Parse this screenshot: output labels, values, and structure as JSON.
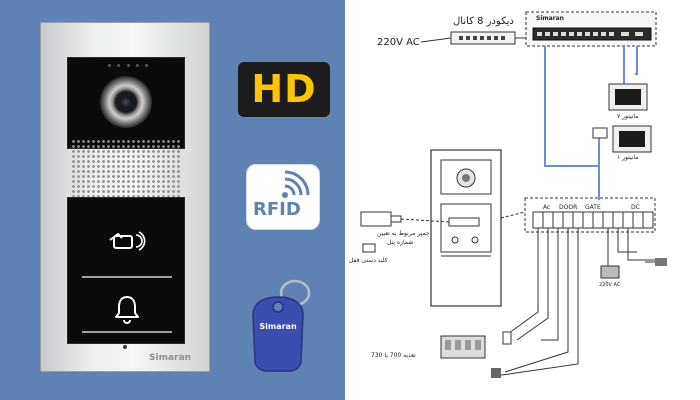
{
  "product": {
    "brand": "Simaran",
    "badge_hd": "HD",
    "badge_rfid": "RFID",
    "fob_brand": "Simaran",
    "button_icons": [
      "card-reader-icon",
      "bell-icon"
    ],
    "colors": {
      "background": "#5e82b3",
      "hd_text": "#ffc400",
      "hd_bg": "#1c1c1c",
      "fob": "#3b4eb0",
      "panel": "#0b0b0e"
    }
  },
  "diagram": {
    "decoder_label": "دیکودر 8 کانال",
    "power_label": "220V AC",
    "switch_brand": "Simaran",
    "monitor_7_label": "مانیتور ۷",
    "monitor_1_label": "مانیتور ۱",
    "lock_key_label": "کلید دستی قفل",
    "jumper_label_line1": "جمپر مربوط به تعیین",
    "jumper_label_line2": "شماره پنل",
    "terminal_labels": [
      "Ac",
      "DOOR",
      "GATE",
      "DC"
    ],
    "power_supply_label": "تغذیه 700 یا 730",
    "small_ac_label": "220V AC",
    "colors": {
      "wire_blue": "#6b8fd6",
      "line": "#333333"
    }
  }
}
